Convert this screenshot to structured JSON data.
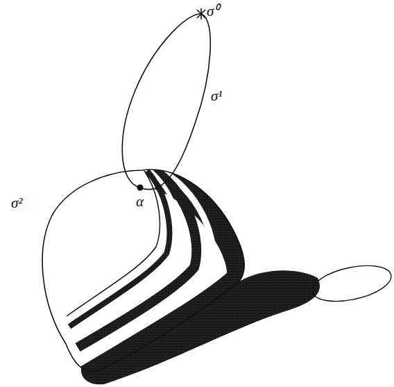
{
  "diagram": {
    "labels": [
      "σ⁰",
      "σ¹",
      "α",
      "σ²"
    ]
  }
}
